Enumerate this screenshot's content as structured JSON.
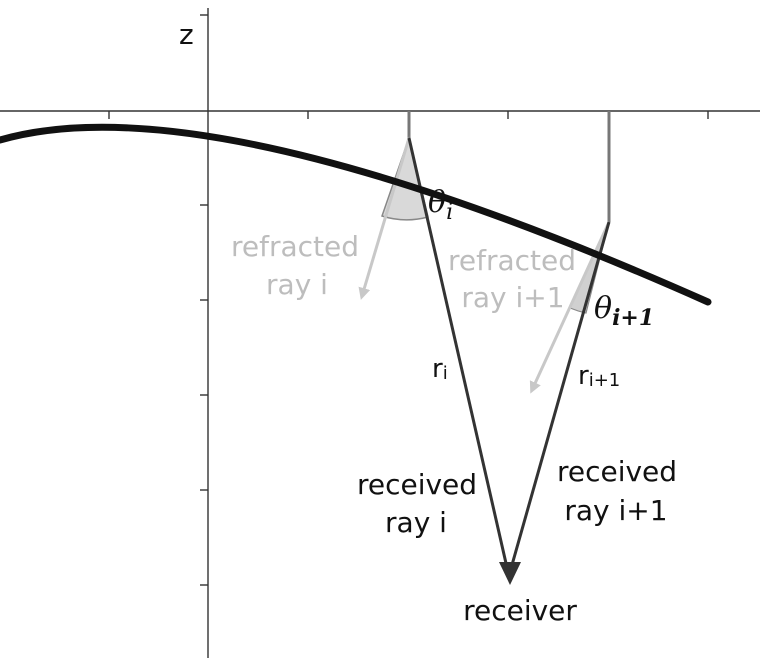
{
  "axis": {
    "z_label": "z"
  },
  "rays": {
    "ray_i": {
      "refracted": [
        "refracted",
        "ray i"
      ],
      "received": [
        "received",
        "ray i"
      ],
      "range": "r",
      "range_sub": "i",
      "angle_symbol": "θ",
      "angle_sub": "i"
    },
    "ray_i1": {
      "refracted": [
        "refracted",
        "ray i+1"
      ],
      "received": [
        "received",
        "ray i+1"
      ],
      "range": "r",
      "range_sub": "i+1",
      "angle_symbol": "θ",
      "angle_sub": "i+1"
    }
  },
  "receiver_label": "receiver",
  "colors": {
    "ink": "#111111",
    "axis": "#333333",
    "faint": "#bdbdbd",
    "angle_fill": "#d9d9d9",
    "vertical": "#777777"
  }
}
